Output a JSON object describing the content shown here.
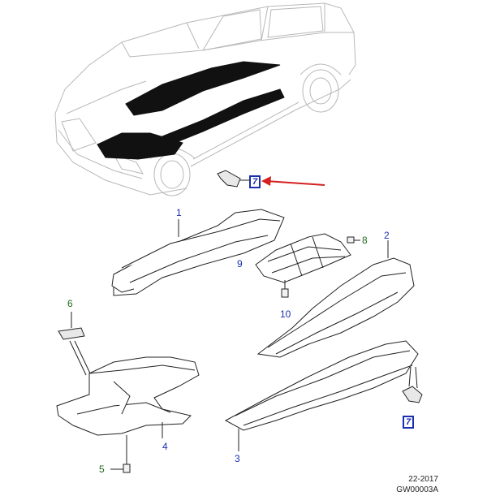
{
  "callouts": {
    "c1": "1",
    "c2": "2",
    "c3": "3",
    "c4": "4",
    "c5": "5",
    "c6": "6",
    "c7a": "7",
    "c7b": "7",
    "c8": "8",
    "c9": "9",
    "c10": "10"
  },
  "footer": {
    "date": "22-2017",
    "code": "GW00003A"
  },
  "colors": {
    "callout_blue": "#1a2fb0",
    "callout_green": "#1f6b1f",
    "arrow_red": "#d42020",
    "panel_black": "#111111",
    "outline_grey": "#b8b8b8",
    "part_line": "#222222"
  }
}
